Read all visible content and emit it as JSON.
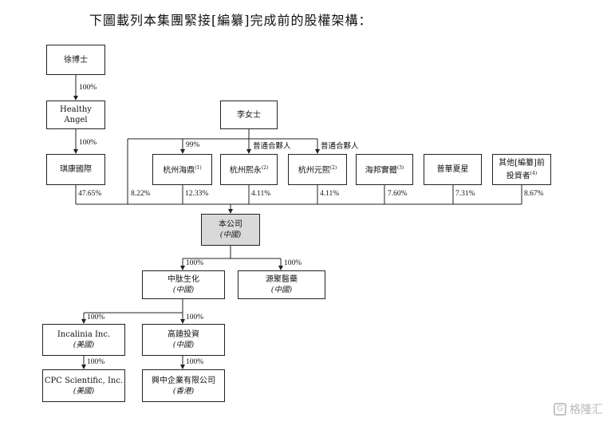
{
  "title": "下圖載列本集團緊接[編纂]完成前的股權架構：",
  "nodes": {
    "xu": {
      "name": "徐博士"
    },
    "healthy_angel": {
      "name": "Healthy Angel"
    },
    "li": {
      "name": "李女士"
    },
    "qikang": {
      "name": "琪康國際"
    },
    "haiding": {
      "name": "杭州海鼎",
      "note": "(1)"
    },
    "xiyong": {
      "name": "杭州熙永",
      "note": "(2)"
    },
    "yuanxi": {
      "name": "杭州元熙",
      "note": "(2)"
    },
    "haibang": {
      "name": "海邦實體",
      "note": "(3)"
    },
    "puhua": {
      "name": "普華夏星"
    },
    "others": {
      "line1": "其他[編纂]前",
      "line2": "投資者",
      "note": "(4)"
    },
    "company": {
      "name": "本公司",
      "sub": "(中國)"
    },
    "zhongfu": {
      "name": "中肽生化",
      "sub": "(中國)"
    },
    "yuanju": {
      "name": "源聚醫藥",
      "sub": "(中國)"
    },
    "incalinia": {
      "name": "Incalinia Inc.",
      "sub": "(美國)"
    },
    "gaodi": {
      "name": "高廸投資",
      "sub": "(中國)"
    },
    "cpc": {
      "name": "CPC Scientific, Inc.",
      "sub": "(美國)"
    },
    "xingzhong": {
      "name": "興中企業有限公司",
      "sub": "(香港)"
    }
  },
  "labels": {
    "xu_ha": "100%",
    "ha_qk": "100%",
    "li_haiding": "99%",
    "gp1": "普通合夥人",
    "gp2": "普通合夥人",
    "p_qikang": "47.65%",
    "p_li": "8.22%",
    "p_haiding": "12.33%",
    "p_xiyong": "4.11%",
    "p_yuanxi": "4.11%",
    "p_haibang": "7.60%",
    "p_puhua": "7.31%",
    "p_others": "8.67%",
    "p_zhongfu": "100%",
    "p_yuanju": "100%",
    "p_incalinia": "100%",
    "p_gaodi": "100%",
    "p_cpc": "100%",
    "p_xingzhong": "100%"
  },
  "watermark": "格隆汇"
}
